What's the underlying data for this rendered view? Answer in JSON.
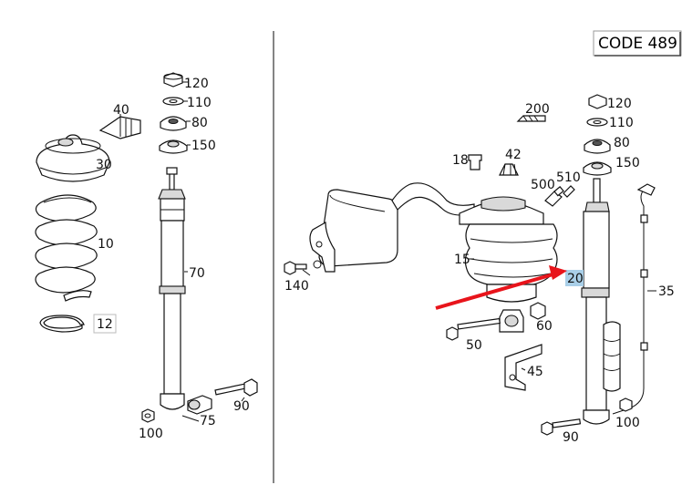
{
  "code_box": {
    "text": "CODE 489"
  },
  "callouts": {
    "p120_left": "120",
    "p110_left": "110",
    "p80_left": "80",
    "p150_left": "150",
    "p40": "40",
    "p30": "30",
    "p10": "10",
    "p12": "12",
    "p70": "70",
    "p75": "75",
    "p90_left": "90",
    "p100_left": "100",
    "p200": "200",
    "p120_right": "120",
    "p110_right": "110",
    "p80_right": "80",
    "p150_right": "150",
    "p18": "18",
    "p42": "42",
    "p500": "500",
    "p510": "510",
    "p15": "15",
    "p20": "20",
    "p35": "35",
    "p140": "140",
    "p60": "60",
    "p50": "50",
    "p45": "45",
    "p100_right": "100",
    "p90_right": "90"
  },
  "colors": {
    "arrow": "#e8141b",
    "highlight": "#a9cfe8",
    "line": "#111111"
  },
  "icons": {
    "pointer": "red-arrow-icon"
  }
}
